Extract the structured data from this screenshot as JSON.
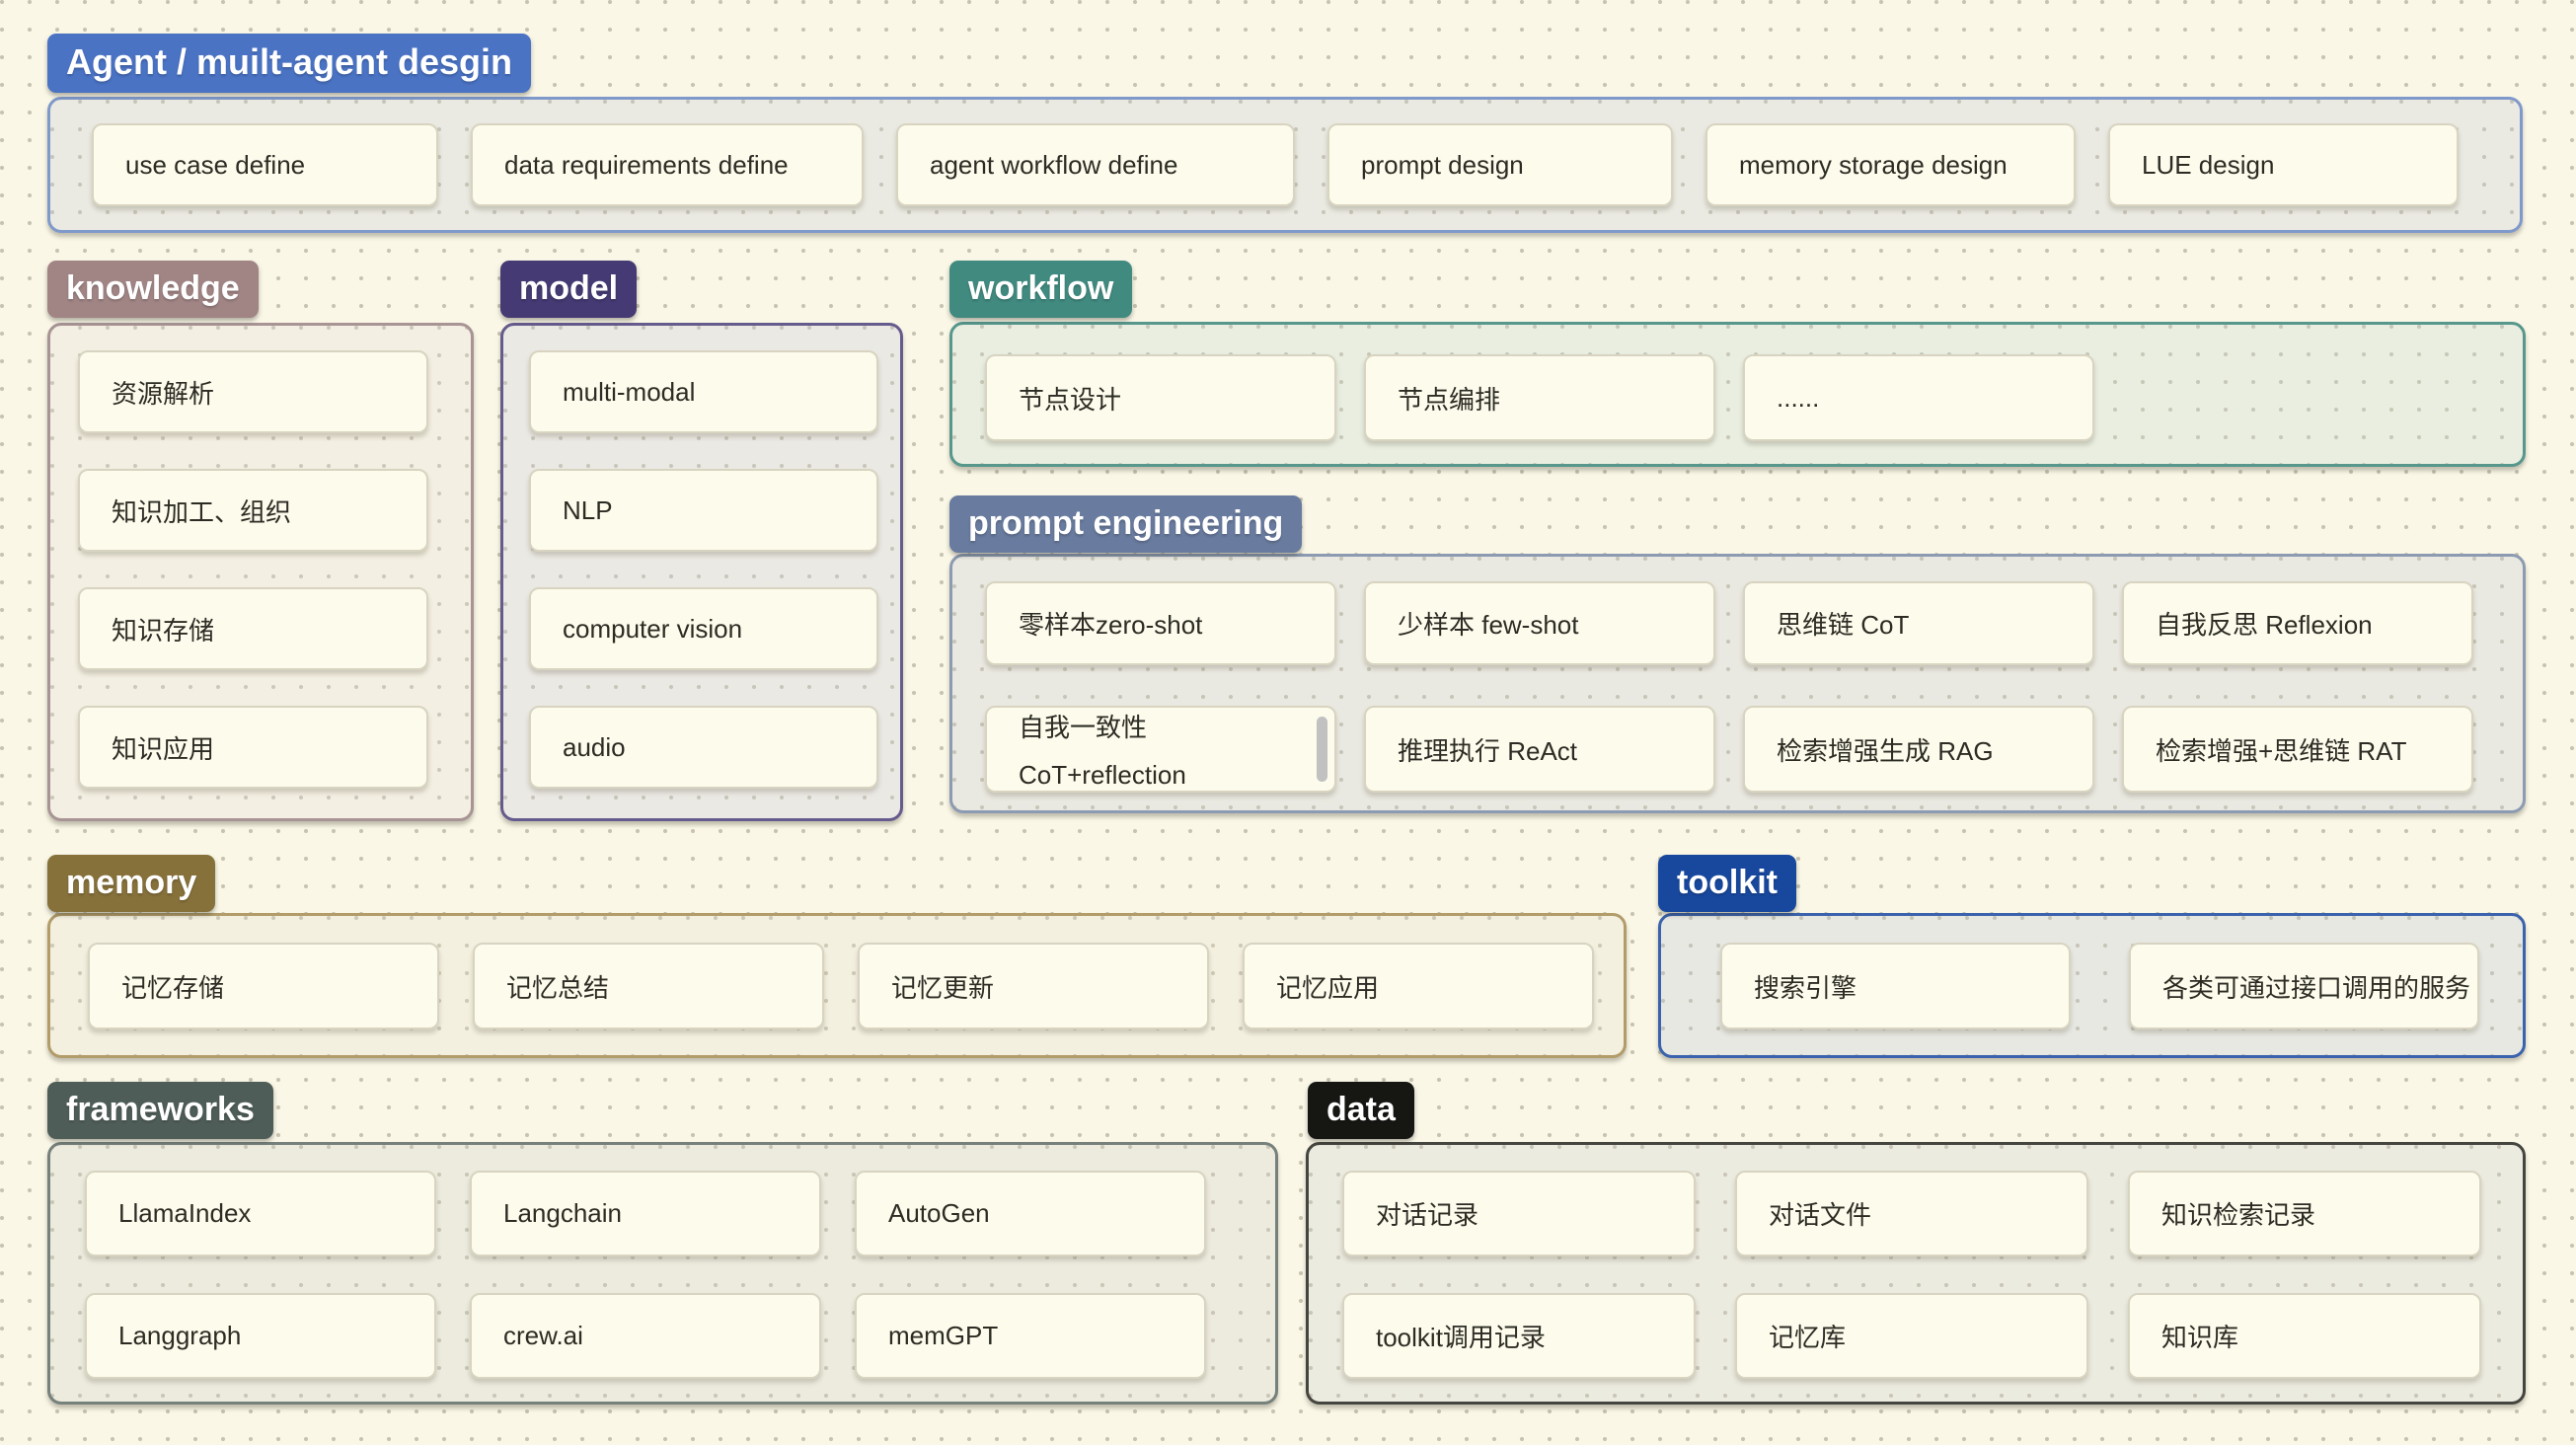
{
  "canvas": {
    "background": "#faf7e7",
    "dot_color": "#948f7a",
    "card_bg": "#fdfbec"
  },
  "sections": {
    "agent": {
      "label": "Agent / muilt-agent desgin",
      "label_bg": "#4a73c4",
      "border_color": "#8099cb",
      "container_bg": "#eaeae2",
      "cards": [
        "use case define",
        "data requirements define",
        "agent workflow define",
        "prompt design",
        "memory storage design",
        "LUE design"
      ]
    },
    "knowledge": {
      "label": "knowledge",
      "label_bg": "#a18585",
      "border_color": "#a89494",
      "container_bg": "#f3efe2",
      "cards": [
        "资源解析",
        "知识加工、组织",
        "知识存储",
        "知识应用"
      ]
    },
    "model": {
      "label": "model",
      "label_bg": "#453a73",
      "border_color": "#665b8d",
      "container_bg": "#ebe9e4",
      "cards": [
        "multi-modal",
        "NLP",
        "computer vision",
        "audio"
      ]
    },
    "workflow": {
      "label": "workflow",
      "label_bg": "#418a80",
      "border_color": "#57978c",
      "container_bg": "#e9eee0",
      "cards": [
        "节点设计",
        "节点编排",
        "......"
      ]
    },
    "prompt_engineering": {
      "label": "prompt engineering",
      "label_bg": "#697b9e",
      "border_color": "#8c9bb2",
      "container_bg": "#eae9e1",
      "row1": [
        "零样本zero-shot",
        "少样本 few-shot",
        "思维链 CoT",
        "自我反思 Reflexion"
      ],
      "multiline_card": {
        "line1": "自我一致性",
        "line2": "CoT+reflection"
      },
      "row2": [
        "推理执行 ReAct",
        "检索增强生成 RAG",
        "检索增强+思维链 RAT"
      ]
    },
    "memory": {
      "label": "memory",
      "label_bg": "#87713b",
      "border_color": "#b29c6a",
      "container_bg": "#f4f0e0",
      "cards": [
        "记忆存储",
        "记忆总结",
        "记忆更新",
        "记忆应用"
      ]
    },
    "toolkit": {
      "label": "toolkit",
      "label_bg": "#18489e",
      "border_color": "#3a62ad",
      "container_bg": "#e7e8e2",
      "cards": [
        "搜索引擎",
        "各类可通过接口调用的服务"
      ]
    },
    "frameworks": {
      "label": "frameworks",
      "label_bg": "#4f5d58",
      "border_color": "#76817c",
      "container_bg": "#ecebde",
      "row1": [
        "LlamaIndex",
        "Langchain",
        "AutoGen"
      ],
      "row2": [
        "Langgraph",
        "crew.ai",
        "memGPT"
      ]
    },
    "data": {
      "label": "data",
      "label_bg": "#161613",
      "border_color": "#45453f",
      "container_bg": "#ecebe0",
      "row1": [
        "对话记录",
        "对话文件",
        "知识检索记录"
      ],
      "row2": [
        "toolkit调用记录",
        "记忆库",
        "知识库"
      ]
    }
  }
}
